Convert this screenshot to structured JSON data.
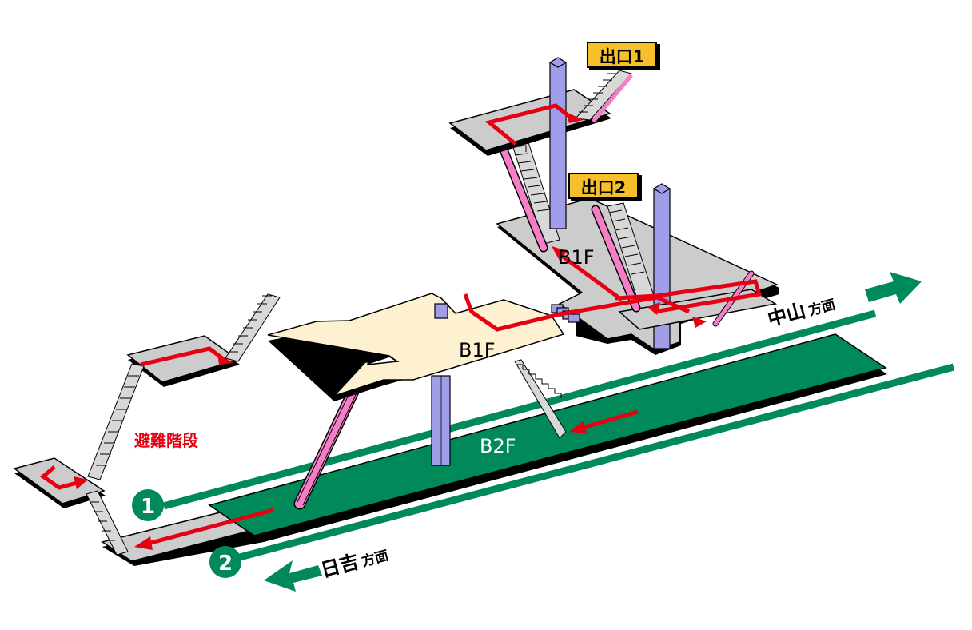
{
  "exits": [
    {
      "label": "出口1"
    },
    {
      "label": "出口2"
    }
  ],
  "floors": {
    "b1f_upper": "B1F",
    "b1f_concourse": "B1F",
    "b2f_platform": "B2F"
  },
  "emergency_stairs": "避難階段",
  "tracks": [
    {
      "number": "1"
    },
    {
      "number": "2"
    }
  ],
  "directions": {
    "nakayama": {
      "name": "中山",
      "suffix": "方面"
    },
    "hiyoshi": {
      "name": "日吉",
      "suffix": "方面"
    }
  },
  "colors": {
    "track_green": "#008a5a",
    "route_red": "#e60012",
    "exit_badge": "#f5c02c",
    "escalator_pink": "#f57fc7",
    "pillar_purple": "#a09ee8",
    "concourse_beige": "#fdf1d2",
    "floor_gray": "#cccccc"
  }
}
